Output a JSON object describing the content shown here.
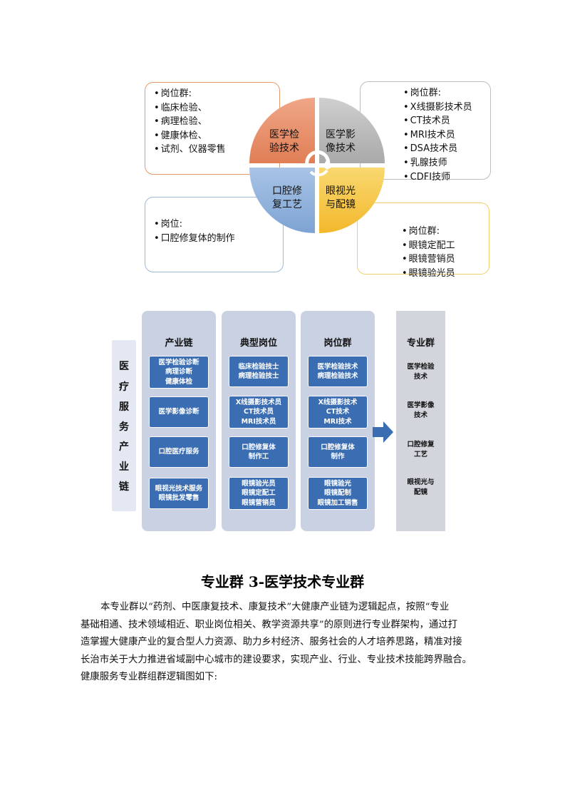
{
  "figure1": {
    "quadrants": {
      "top_left": {
        "label": [
          "医学检",
          "验技术"
        ],
        "color": "#e8916a"
      },
      "top_right": {
        "label": [
          "医学影",
          "像技术"
        ],
        "color": "#bdbdbd"
      },
      "bottom_left": {
        "label": [
          "口腔修",
          "复工艺"
        ],
        "color": "#8fb1db"
      },
      "bottom_right": {
        "label": [
          "眼视光",
          "与配镜"
        ],
        "color": "#f7c948"
      }
    },
    "callouts": {
      "top_left": [
        "岗位群:",
        "临床检验、",
        "病理检验、",
        "健康体检、",
        "试剂、仪器零售"
      ],
      "top_right": [
        "岗位群:",
        "X线摄影技术员",
        "CT技术员",
        "MRI技术员",
        "DSA技术员",
        "乳腺技师",
        "CDFI技师"
      ],
      "bottom_left": [
        "岗位:",
        "口腔修复体的制作"
      ],
      "bottom_right": [
        "岗位群:",
        "眼镜定配工",
        "眼镜营销员",
        "眼镜验光员"
      ]
    }
  },
  "figure2": {
    "left_label": [
      "医",
      "疗",
      "服",
      "务",
      "产",
      "业",
      "链"
    ],
    "columns": [
      {
        "title": "产业链",
        "boxes": [
          [
            "医学检验诊断",
            "病理诊断",
            "健康体检"
          ],
          [
            "医学影像诊断"
          ],
          [
            "口腔医疗服务"
          ],
          [
            "眼视光技术服务",
            "眼镜批发零售"
          ]
        ]
      },
      {
        "title": "典型岗位",
        "boxes": [
          [
            "临床检验技士",
            "病理检验技士"
          ],
          [
            "X线摄影技术员",
            "CT技术员",
            "MRI技术员"
          ],
          [
            "口腔修复体",
            "制作工"
          ],
          [
            "眼镜验光员",
            "眼镜定配工",
            "眼镜营销员"
          ]
        ]
      },
      {
        "title": "岗位群",
        "boxes": [
          [
            "医学检验技术",
            "病理检验技术"
          ],
          [
            "X线摄影技术",
            "CT技术",
            "MRI技术"
          ],
          [
            "口腔修复体",
            "制作"
          ],
          [
            "眼镜验光",
            "眼镜配制",
            "眼镜加工销售"
          ]
        ]
      }
    ],
    "right": {
      "title": "专业群",
      "items": [
        [
          "医学检验",
          "技术"
        ],
        [
          "医学影像",
          "技术"
        ],
        [
          "口腔修复",
          "工艺"
        ],
        [
          "眼视光与",
          "配镜"
        ]
      ]
    }
  },
  "heading": "专业群 3-医学技术专业群",
  "paragraph_lines": [
    "本专业群以“药剂、中医康复技术、康复技术”大健康产业链为逻辑起点，按照“专业",
    "基础相通、技术领域相近、职业岗位相关、教学资源共享”的原则进行专业群架构，通过打",
    "造掌握大健康产业的复合型人力资源、助力乡村经济、服务社会的人才培养思路，精准对接",
    "长治市关于大力推进省域副中心城市的建设要求，实现产业、行业、专业技术技能跨界融合。",
    "健康服务专业群组群逻辑图如下:"
  ]
}
